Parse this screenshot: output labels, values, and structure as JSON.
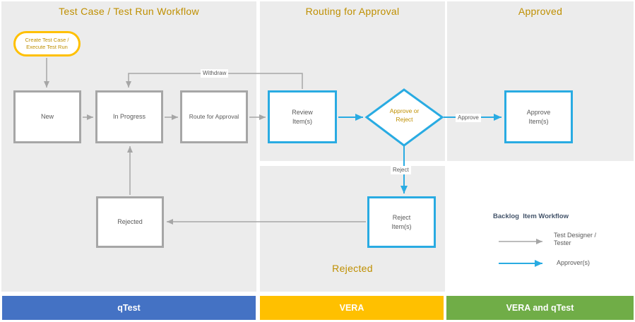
{
  "sections": {
    "left": {
      "title": "Test Case / Test Run Workflow"
    },
    "middle": {
      "title": "Routing for Approval",
      "rejected_zone_label": "Rejected"
    },
    "right": {
      "title": "Approved"
    }
  },
  "nodes": {
    "start": "Create Test Case /\nExecute Test Run",
    "new": "New",
    "in_progress": "In Progress",
    "route_for_approval": "Route for Approval",
    "review_items": "Review\nItem(s)",
    "approve_or_reject": "Approve or\nReject",
    "approve_items": "Approve\nItem(s)",
    "reject_items": "Reject\nItem(s)",
    "rejected": "Rejected"
  },
  "edge_labels": {
    "withdraw": "Withdraw",
    "approve": "Approve",
    "reject": "Reject"
  },
  "legend": {
    "title": "Backlog  Item Workflow",
    "items": [
      {
        "label": "Test Designer /\nTester",
        "arrow_color": "#a6a6a6"
      },
      {
        "label": "Approver(s)",
        "arrow_color": "#29abe2"
      }
    ]
  },
  "footers": [
    {
      "label": "qTest",
      "color": "#4472c4"
    },
    {
      "label": "VERA",
      "color": "#ffc000"
    },
    {
      "label": "VERA and qTest",
      "color": "#70ad47"
    }
  ],
  "colors": {
    "panel_bg": "#ececec",
    "title_text": "#bf8f00",
    "node_border_gray": "#a6a6a6",
    "node_text": "#595959",
    "accent_blue": "#29abe2",
    "start_border_gold": "#ffc000",
    "legend_title_text": "#44546a"
  }
}
